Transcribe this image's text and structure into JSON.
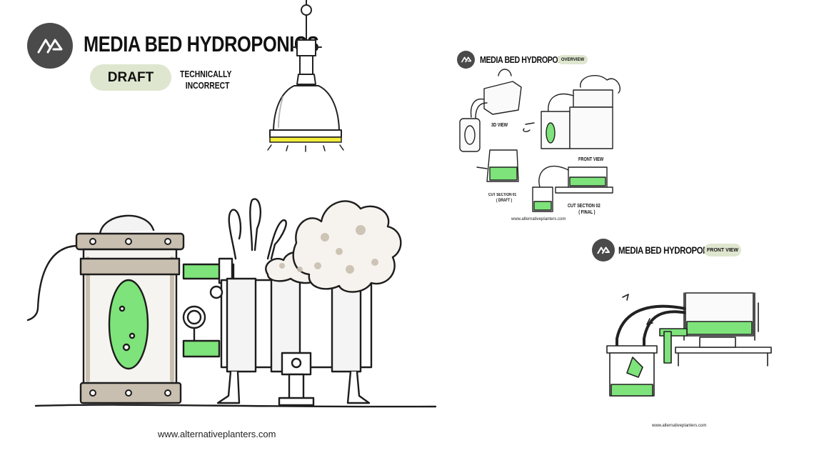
{
  "main": {
    "title": "MEDIA BED HYDROPONICS",
    "status_badge": "DRAFT",
    "note_line1": "TECHNICALLY",
    "note_line2": "INCORRECT",
    "website": "www.alternativeplanters.com"
  },
  "overview_thumb": {
    "title": "MEDIA BED HYDROPONICS",
    "badge": "OVERVIEW",
    "label_3d": "3D VIEW",
    "label_front": "FRONT VIEW",
    "label_cut1_line1": "CUT SECTION 01",
    "label_cut1_line2": "( DRAFT )",
    "label_cut2_line1": "CUT SECTION 02",
    "label_cut2_line2": "( FINAL )",
    "website": "www.alternativeplanters.com"
  },
  "front_view_thumb": {
    "title": "MEDIA BED HYDROPONICS",
    "badge": "FRONT VIEW",
    "website": "www.alternativeplanters.com"
  },
  "colors": {
    "logo_bg": "#4a4a4a",
    "badge_bg": "#dfe6cf",
    "accent_green": "#7ee37a",
    "lamp_yellow": "#f2ec3a",
    "sketch_tan": "#c9bfb0"
  }
}
